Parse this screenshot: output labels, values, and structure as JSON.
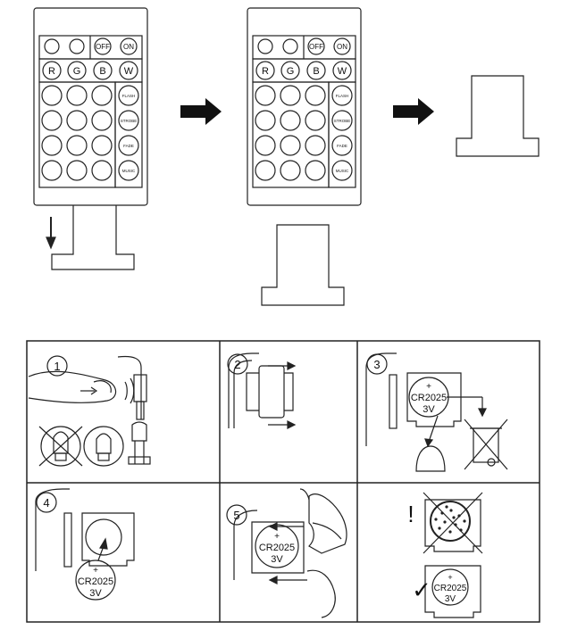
{
  "remote": {
    "buttons_top": [
      "OFF",
      "ON"
    ],
    "buttons_rgbw": [
      "R",
      "G",
      "B",
      "W"
    ],
    "buttons_side": [
      "FLASH",
      "STROBE",
      "FADE",
      "MUSIC"
    ]
  },
  "steps": {
    "numbers": [
      "1",
      "2",
      "3",
      "4",
      "5"
    ],
    "battery_plus": "+",
    "battery_model": "CR2025",
    "battery_voltage": "3V",
    "warning_mark": "!",
    "check_mark": "✓"
  },
  "icons": [
    "sun-dim-icon",
    "sun-bright-icon",
    "arrow-right-icon",
    "arrow-down-icon",
    "finger-icon",
    "bulb-icon",
    "recycle-bin-crossed-icon",
    "battery-icon",
    "hand-icon"
  ]
}
